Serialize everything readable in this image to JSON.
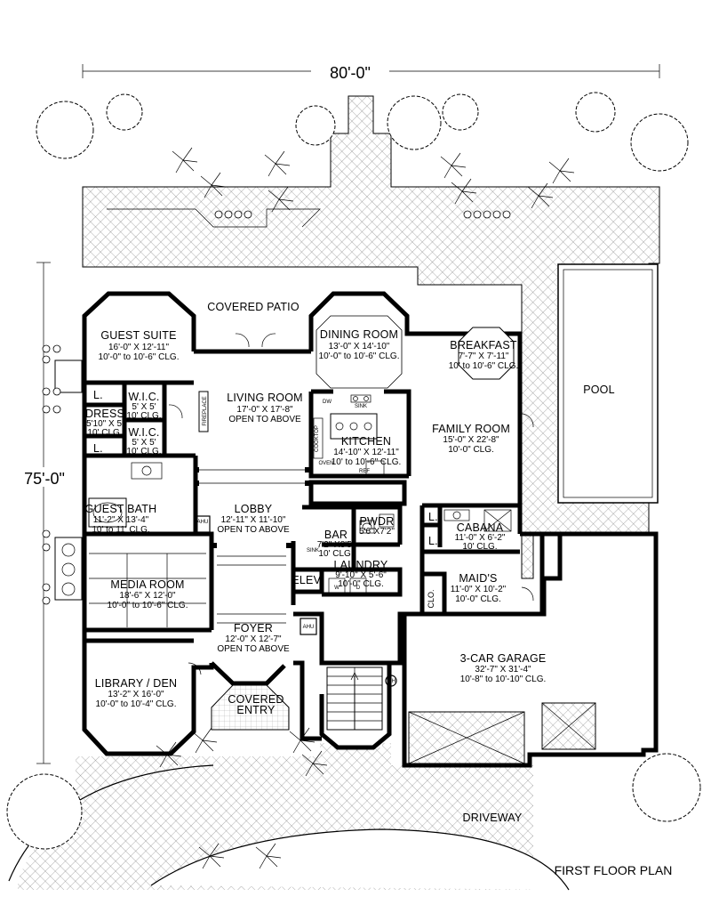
{
  "plan": {
    "title": "FIRST FLOOR PLAN",
    "width_label": "80'-0\"",
    "depth_label": "75'-0\""
  },
  "rooms": {
    "covered_patio": {
      "name": "COVERED PATIO"
    },
    "guest_suite": {
      "name": "GUEST SUITE",
      "dims": "16'-0\" X 12'-11\"",
      "clg": "10'-0\" to 10'-6\" CLG."
    },
    "dining_room": {
      "name": "DINING ROOM",
      "dims": "13'-0\" X 14'-10\"",
      "clg": "10'-0\" to 10'-6\" CLG."
    },
    "breakfast": {
      "name": "BREAKFAST",
      "dims": "7'-7\" X 7'-11\"",
      "clg": "10' to 10'-6\" CLG."
    },
    "living_room": {
      "name": "LIVING ROOM",
      "dims": "17'-0\" X 17'-8\"",
      "clg": "OPEN TO ABOVE"
    },
    "wic1": {
      "name": "W.I.C.",
      "dims": "5' X 5'",
      "clg": "10' CLG."
    },
    "wic2": {
      "name": "W.I.C.",
      "dims": "5' X 5'",
      "clg": "10' CLG."
    },
    "dress": {
      "name": "DRESS",
      "dims": "5'10\" X 5'",
      "clg": "10' CLG."
    },
    "kitchen": {
      "name": "KITCHEN",
      "dims": "14'-10\" X 12'-11\"",
      "clg": "10' to 10'-6\" CLG."
    },
    "family_room": {
      "name": "FAMILY ROOM",
      "dims": "15'-0\" X 22'-8\"",
      "clg": "10'-0\" CLG."
    },
    "pool": {
      "name": "POOL"
    },
    "guest_bath": {
      "name": "GUEST BATH",
      "dims": "11'-2\" X 13'-4\"",
      "clg": "10' to 11' CLG."
    },
    "lobby": {
      "name": "LOBBY",
      "dims": "12'-11\" X 11'-10\"",
      "clg": "OPEN TO ABOVE"
    },
    "bar": {
      "name": "BAR",
      "dims": "7'2\" X8'5\"",
      "clg": "10' CLG."
    },
    "pwdr": {
      "name": "PWDR",
      "dims": "5'6\"X7'2\""
    },
    "cabana": {
      "name": "CABANA",
      "dims": "11'-0\" X 6'-2\"",
      "clg": "10' CLG."
    },
    "media_room": {
      "name": "MEDIA ROOM",
      "dims": "18'-6\" X 12'-0\"",
      "clg": "10'-0\" to 10'-6\" CLG."
    },
    "elev": {
      "name": "ELEV."
    },
    "laundry": {
      "name": "LAUNDRY",
      "dims": "9'-10\" X 5'-6\"",
      "clg": "10'-0\" CLG."
    },
    "maids": {
      "name": "MAID'S",
      "dims": "11'-0\" X 10'-2\"",
      "clg": "10'-0\" CLG."
    },
    "foyer": {
      "name": "FOYER",
      "dims": "12'-0\" X 12'-7\"",
      "clg": "OPEN TO ABOVE"
    },
    "garage": {
      "name": "3-CAR GARAGE",
      "dims": "32'-7\" X 31'-4\"",
      "clg": "10'-8\" to 10'-10\" CLG."
    },
    "library": {
      "name": "LIBRARY / DEN",
      "dims": "13'-2\" X 16'-0\"",
      "clg": "10'-0\" to 10'-4\" CLG."
    },
    "covered_entry": {
      "name1": "COVERED",
      "name2": "ENTRY"
    },
    "driveway": {
      "name": "DRIVEWAY"
    }
  },
  "small_labels": {
    "linen": "L.",
    "clo": "CLO.",
    "ahu": "AHU",
    "fireplace": "FIREPLACE",
    "wh": "WH",
    "sink": "SINK",
    "dw": "DW",
    "oven": "OVEN",
    "ref": "REF",
    "cooktop": "COOKTOP",
    "w": "W",
    "d": "D"
  }
}
